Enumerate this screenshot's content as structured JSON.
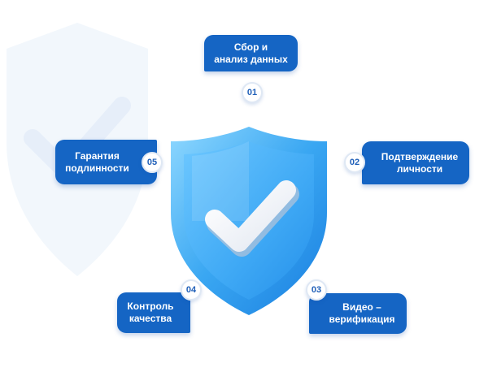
{
  "colors": {
    "box": "#1565c4",
    "number_text": "#1f5fb8",
    "shield_light": "#7fd0ff",
    "shield_dark": "#1e88e5"
  },
  "steps": [
    {
      "number": "01",
      "label": "Сбор и\nанализ данных"
    },
    {
      "number": "02",
      "label": "Подтверждение\nличности"
    },
    {
      "number": "03",
      "label": "Видео –\nверификация"
    },
    {
      "number": "04",
      "label": "Контроль\nкачества"
    },
    {
      "number": "05",
      "label": "Гарантия\nподлинности"
    }
  ],
  "center_icon": "shield-check-icon"
}
